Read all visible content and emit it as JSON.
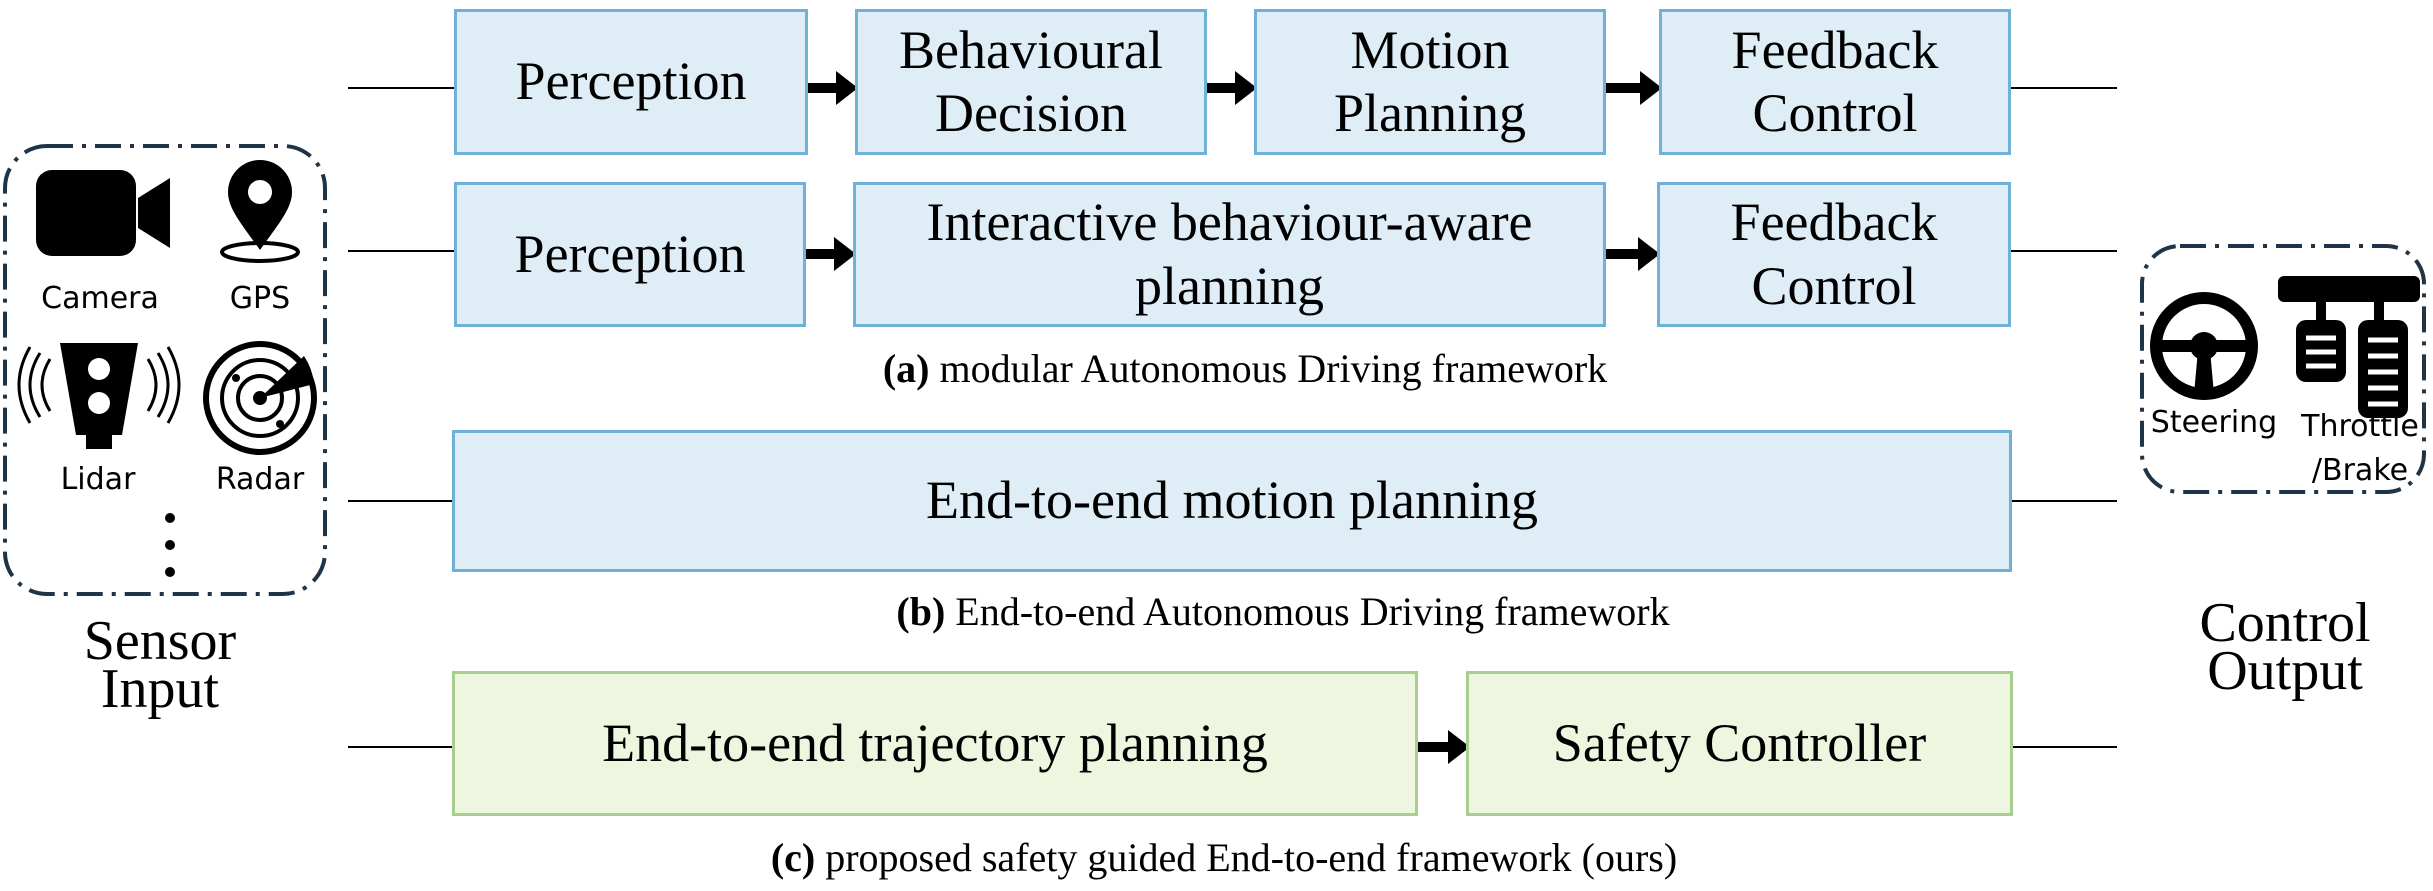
{
  "row_a": {
    "boxes": [
      {
        "lines": [
          "Perception"
        ]
      },
      {
        "lines": [
          "Behavioural",
          "Decision"
        ]
      },
      {
        "lines": [
          "Motion",
          "Planning"
        ]
      },
      {
        "lines": [
          "Feedback",
          "Control"
        ]
      }
    ]
  },
  "row_a2": {
    "boxes": [
      {
        "lines": [
          "Perception"
        ]
      },
      {
        "lines": [
          "Interactive behaviour-aware",
          "planning"
        ]
      },
      {
        "lines": [
          "Feedback",
          "Control"
        ]
      }
    ]
  },
  "caption_a": {
    "tag": "(a)",
    "text": " modular Autonomous Driving framework"
  },
  "row_b": {
    "box": {
      "lines": [
        "End-to-end motion planning"
      ]
    }
  },
  "caption_b": {
    "tag": "(b)",
    "text": " End-to-end Autonomous Driving framework"
  },
  "row_c": {
    "boxes": [
      {
        "lines": [
          "End-to-end trajectory planning"
        ]
      },
      {
        "lines": [
          "Safety Controller"
        ]
      }
    ]
  },
  "caption_c": {
    "tag": "(c)",
    "text": " proposed safety guided End-to-end framework (ours)"
  },
  "sensor_panel": {
    "labels": {
      "camera": "Camera",
      "gps": "GPS",
      "lidar": "Lidar",
      "radar": "Radar"
    },
    "title": [
      "Sensor",
      "Input"
    ]
  },
  "control_panel": {
    "labels": {
      "steering": "Steering",
      "throttle": [
        "Throttle",
        "/Brake"
      ]
    },
    "title": [
      "Control",
      "Output"
    ]
  },
  "colors": {
    "blue_fill": "#deedf6",
    "blue_border": "#6fb1d9",
    "green_fill": "#eef6df",
    "green_border": "#a8cf8e",
    "panel_border": "#1f3447"
  }
}
